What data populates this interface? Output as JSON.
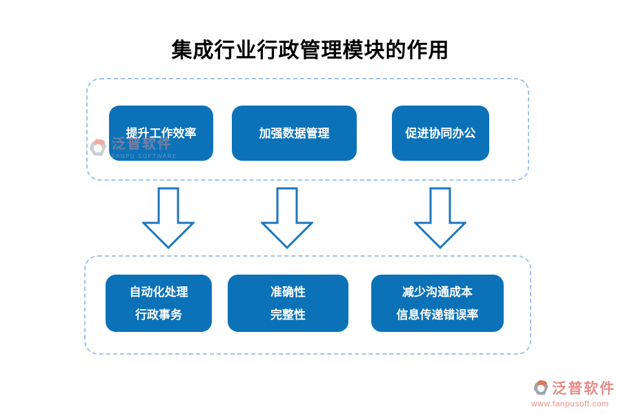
{
  "title": "集成行业行政管理模块的作用",
  "top_group": {
    "nodes": [
      "提升工作效率",
      "加强数据管理",
      "促进协同办公"
    ]
  },
  "bottom_group": {
    "nodes": [
      {
        "line1": "自动化处理",
        "line2": "行政事务"
      },
      {
        "line1": "准确性",
        "line2": "完整性"
      },
      {
        "line1": "减少沟通成本",
        "line2": "信息传递错误率"
      }
    ]
  },
  "watermarks": {
    "brand": "泛普软件",
    "brand_en": "FANPU SOFTWARE",
    "url": "www.fanpusoft.com"
  },
  "icons": {
    "down_arrow": "down-arrow-icon",
    "logo": "fanpu-logo-icon"
  },
  "colors": {
    "node_fill": "#0c72b8",
    "node_text": "#ffffff",
    "arrow_stroke": "#1d76bd",
    "group_border": "#9fc3ea",
    "title_text": "#000000",
    "watermark_red": "#e2837f"
  }
}
